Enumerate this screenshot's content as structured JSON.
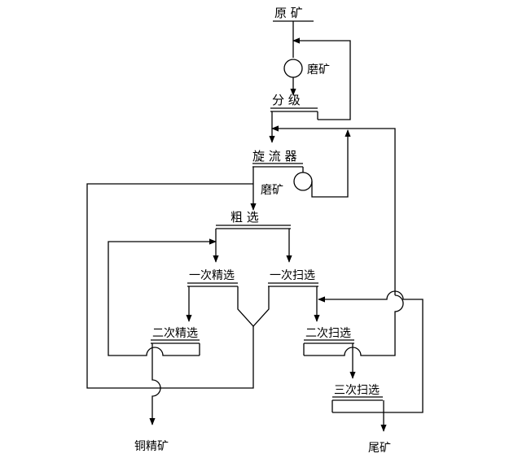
{
  "nodes": {
    "raw_ore": "原  矿",
    "grinding_1": "磨矿",
    "classification": "分    级",
    "cyclone": "旋 流 器",
    "grinding_2": "磨矿",
    "rougher": "粗      选",
    "cleaner_1": "一次精选",
    "scavenger_1": "一次扫选",
    "cleaner_2": "二次精选",
    "scavenger_2": "二次扫选",
    "scavenger_3": "三次扫选",
    "copper_concentrate": "铜精矿",
    "tailings": "尾矿"
  }
}
